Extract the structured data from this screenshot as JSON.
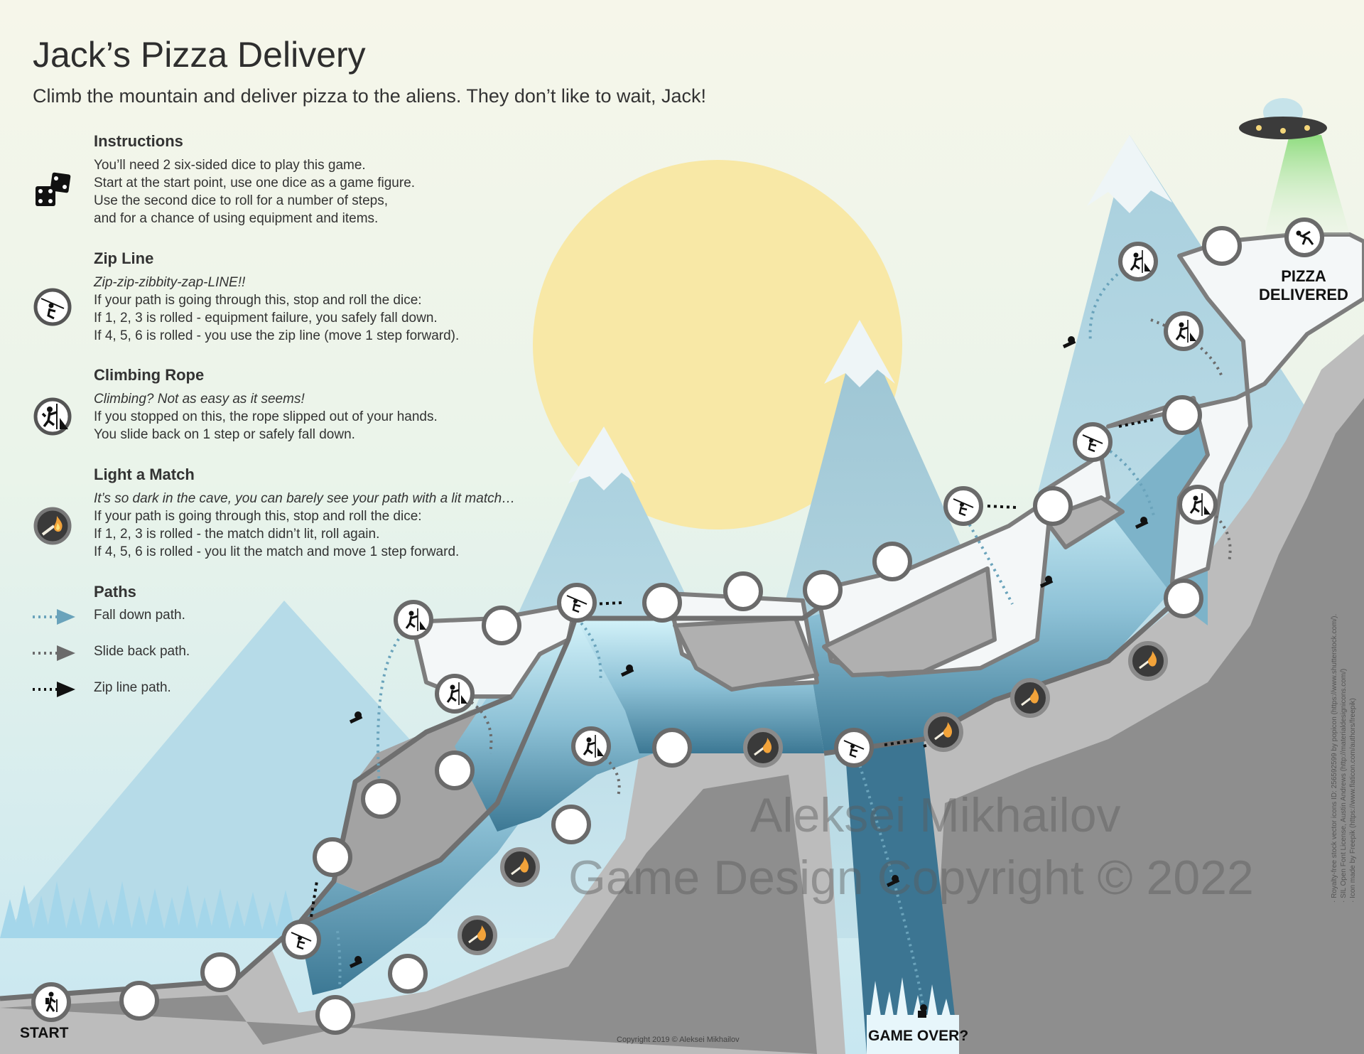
{
  "game": {
    "title": "Jack’s Pizza Delivery",
    "subtitle": "Climb the mountain and deliver pizza to the aliens. They don’t like to wait, Jack!"
  },
  "instructions": {
    "heading": "Instructions",
    "icon": "dice-icon",
    "lines": [
      "You’ll need 2 six-sided dice to play this game.",
      "Start at the start point, use one dice as a game figure.",
      "Use the second dice to roll for a number of steps,",
      "and for a chance of using equipment and items."
    ]
  },
  "zip_line": {
    "heading": "Zip Line",
    "icon": "zip-line-icon",
    "tagline": "Zip-zip-zibbity-zap-LINE!!",
    "lines": [
      "If your path is going through this, stop and roll the dice:",
      "If 1, 2, 3 is rolled - equipment failure, you safely fall down.",
      "If 4, 5, 6 is rolled - you use the zip line (move 1 step forward)."
    ]
  },
  "climbing_rope": {
    "heading": "Climbing Rope",
    "icon": "climber-icon",
    "tagline": "Climbing? Not as easy as it seems!",
    "lines": [
      "If you stopped on this, the rope slipped out of your hands.",
      "You slide back on 1 step or safely fall down."
    ]
  },
  "match": {
    "heading": "Light a Match",
    "icon": "match-icon",
    "tagline": "It’s so dark in the cave, you can barely see your path with a lit match…",
    "lines": [
      "If your path is going through this, stop and roll the dice:",
      "If 1, 2, 3 is rolled - the match didn’t lit, roll again.",
      "If 4, 5, 6 is rolled - you lit the match and move 1 step forward."
    ]
  },
  "paths": {
    "heading": "Paths",
    "items": [
      {
        "label": "Fall down path.",
        "color": "#6aa3bb"
      },
      {
        "label": "Slide back path.",
        "color": "#6b6b6b"
      },
      {
        "label": "Zip line path.",
        "color": "#111111"
      }
    ]
  },
  "board": {
    "start_label": "START",
    "goal_label_1": "PIZZA",
    "goal_label_2": "DELIVERED",
    "game_over_label": "GAME OVER?"
  },
  "watermark": {
    "line1": "Aleksei Mikhailov",
    "line2": "Game Design Copyright © 2022"
  },
  "copyright_small": "Copyright 2019 © Aleksei Mikhailov",
  "credits": [
    "· Royalty-free stock vector icons ID: 256592599 by popicon (https://www.shutterstock.com/).",
    "· SIL Open Font License, Austin Andrews (http://materialdesignicons.com/)",
    "· Icon made by Freepik (https://www.flaticon.com/authors/freepik)"
  ],
  "colors": {
    "sun": "#f8e8a6",
    "rock_light": "#bdbdbd",
    "rock_dark": "#8c8c8c",
    "snow": "#f4f7f8",
    "cave": "#3f7b97",
    "ice": "#cdf0f8",
    "beam": "#8fdc7f"
  }
}
